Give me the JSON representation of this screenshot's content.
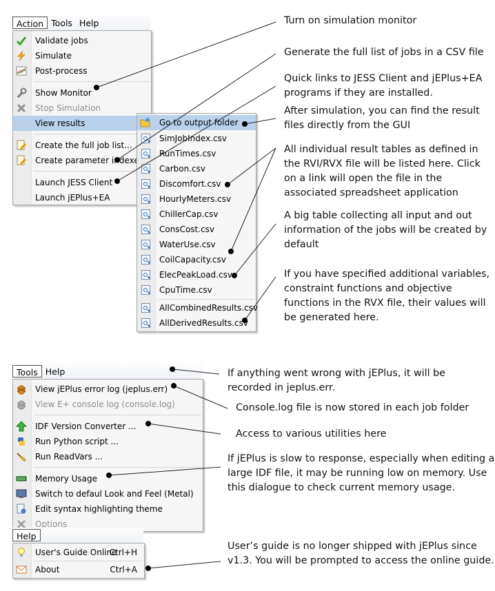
{
  "menubar1": {
    "items": [
      "Action",
      "Tools",
      "Help"
    ]
  },
  "action_menu": {
    "items": [
      {
        "label": "Validate jobs",
        "icon": "check-icon",
        "disabled": false
      },
      {
        "label": "Simulate",
        "icon": "lightning-icon",
        "disabled": false
      },
      {
        "label": "Post-process",
        "icon": "chart-icon",
        "disabled": false
      },
      {
        "label": "Show Monitor",
        "icon": "wrench-icon",
        "disabled": false
      },
      {
        "label": "Stop Simulation",
        "icon": "x-icon",
        "disabled": true
      },
      {
        "label": "View results",
        "icon": "",
        "disabled": false
      },
      {
        "label": "Create the full job list...",
        "icon": "doc-edit-icon",
        "disabled": false
      },
      {
        "label": "Create parameter indexes",
        "icon": "doc-edit-icon",
        "disabled": false
      },
      {
        "label": "Launch JESS Client",
        "icon": "",
        "disabled": false
      },
      {
        "label": "Launch jEPlus+EA",
        "icon": "",
        "disabled": false
      }
    ]
  },
  "results_menu": {
    "items": [
      "Go to output folder",
      "SimJobIndex.csv",
      "RunTimes.csv",
      "Carbon.csv",
      "Discomfort.csv",
      "HourlyMeters.csv",
      "ChillerCap.csv",
      "ConsCost.csv",
      "WaterUse.csv",
      "CoilCapacity.csv",
      "ElecPeakLoad.csv",
      "CpuTime.csv",
      "AllCombinedResults.csv",
      "AllDerivedResults.csv"
    ]
  },
  "menubar2": {
    "items": [
      "Tools",
      "Help"
    ]
  },
  "tools_menu": {
    "items": [
      {
        "label": "View jEPlus error log (jeplus.err)",
        "icon": "bug-icon",
        "disabled": false
      },
      {
        "label": "View E+ console log (console.log)",
        "icon": "bug-icon",
        "disabled": true
      },
      {
        "label": "IDF Version Converter ...",
        "icon": "up-arrow-icon",
        "disabled": false
      },
      {
        "label": "Run Python script ...",
        "icon": "python-icon",
        "disabled": false
      },
      {
        "label": "Run ReadVars ...",
        "icon": "brush-icon",
        "disabled": false
      },
      {
        "label": "Memory Usage",
        "icon": "memory-icon",
        "disabled": false
      },
      {
        "label": "Switch to defaul Look and Feel (Metal)",
        "icon": "monitor-icon",
        "disabled": false
      },
      {
        "label": "Edit syntax highlighting theme",
        "icon": "doc-gear-icon",
        "disabled": false
      },
      {
        "label": "Options",
        "icon": "tools-icon",
        "disabled": true
      }
    ]
  },
  "menubar3": {
    "items": [
      "Help"
    ]
  },
  "help_menu": {
    "items": [
      {
        "label": "User's Guide Online",
        "accel": "Ctrl+H",
        "icon": "bulb-icon"
      },
      {
        "label": "About",
        "accel": "Ctrl+A",
        "icon": "mail-icon"
      }
    ]
  },
  "notes": {
    "monitor": "Turn on simulation monitor",
    "joblist": "Generate the full list of jobs in a CSV file",
    "quicklinks": "Quick links to JESS Client and jEPlus+EA programs if they are installed.",
    "output": "After simulation, you can find the result files directly from the GUI",
    "tables": "All individual result tables as defined in the RVI/RVX file will be listed here. Click on a link will open the file in the associated spreadsheet application",
    "bigtable": "A big table collecting all input and out information of the jobs will be created by default",
    "additional": "If you have specified additional variables, constraint functions and objective functions in the RVX file, their values will be generated here.",
    "errlog": "If anything went wrong with jEPlus, it will be recorded in jeplus.err.",
    "console": "Console.log file is now stored in each job folder",
    "utilities": "Access to various utilities here",
    "memory": "If jEPlus is slow to response, especially when editing a large IDF file, it may be running low on memory. Use this dialogue to check current memory usage.",
    "guide": "User’s guide is no longer shipped with jEPlus since v1.3. You will be prompted to access the online guide."
  }
}
